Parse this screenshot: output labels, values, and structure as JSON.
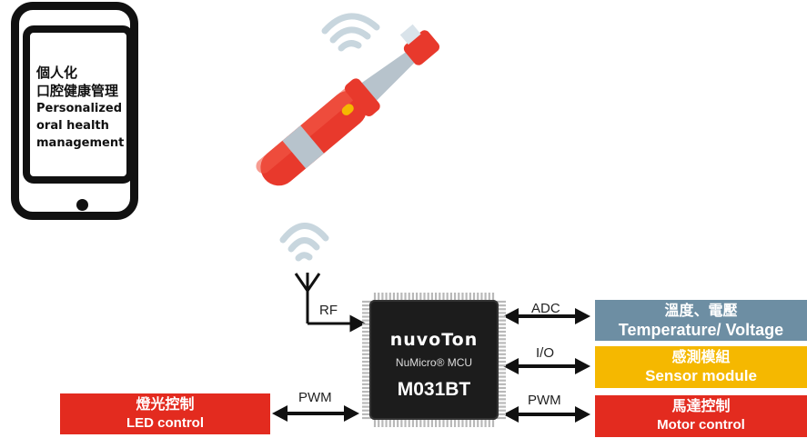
{
  "phone": {
    "line1": "個人化",
    "line2": "口腔健康管理",
    "line3": "Personalized",
    "line4": "oral health",
    "line5": "management"
  },
  "chip": {
    "logo": "nuvoTon",
    "subtitle": "NuMicro® MCU",
    "model": "M031BT"
  },
  "signals": {
    "rf": "RF",
    "adc": "ADC",
    "io": "I/O",
    "pwm_right": "PWM",
    "pwm_left": "PWM"
  },
  "blocks": {
    "temperature": {
      "zh": "溫度、電壓",
      "en": "Temperature/ Voltage",
      "color": "#6d8ea3"
    },
    "sensor": {
      "zh": "感測模組",
      "en": "Sensor module",
      "color": "#f5b800"
    },
    "motor": {
      "zh": "馬達控制",
      "en": "Motor control",
      "color": "#e32b1f"
    },
    "led": {
      "zh": "燈光控制",
      "en": "LED control",
      "color": "#e32b1f"
    }
  },
  "icons": [
    "phone-icon",
    "toothbrush-icon",
    "wifi-icon",
    "antenna-icon",
    "chip-icon"
  ]
}
